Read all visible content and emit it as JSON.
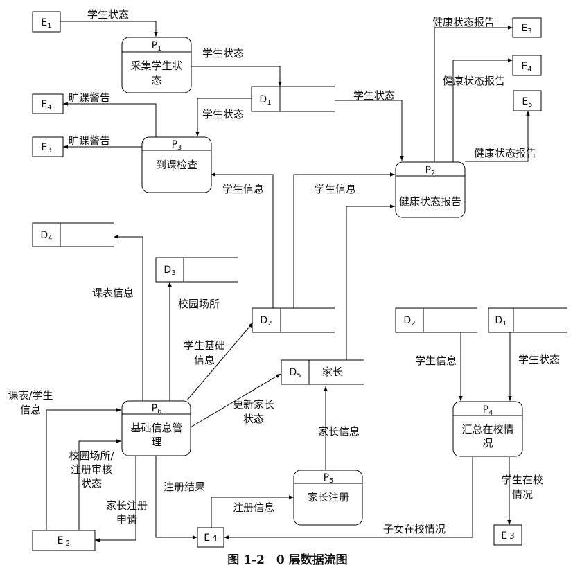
{
  "caption": "图 1-2　0 层数据流图",
  "externals": {
    "e1_top": {
      "letter": "E",
      "sub": "1"
    },
    "e3_top": {
      "letter": "E",
      "sub": "3"
    },
    "e4_top": {
      "letter": "E",
      "sub": "4"
    },
    "e5_top": {
      "letter": "E",
      "sub": "5"
    },
    "e4_left": {
      "letter": "E",
      "sub": "4"
    },
    "e3_left": {
      "letter": "E",
      "sub": "3"
    },
    "e2_bottom": {
      "letter": "E",
      "sub": "2"
    },
    "e4_bottom": {
      "letter": "E",
      "sub": "4"
    },
    "e3_bottom": {
      "letter": "E",
      "sub": "3"
    }
  },
  "processes": {
    "p1": {
      "letter": "P",
      "sub": "1",
      "name_lines": [
        "采集学生状",
        "态"
      ]
    },
    "p2": {
      "letter": "P",
      "sub": "2",
      "name_lines": [
        "健康状态报告"
      ]
    },
    "p3": {
      "letter": "P",
      "sub": "3",
      "name_lines": [
        "到课检查"
      ]
    },
    "p4": {
      "letter": "P",
      "sub": "4",
      "name_lines": [
        "汇总在校情",
        "况"
      ]
    },
    "p5": {
      "letter": "P",
      "sub": "5",
      "name_lines": [
        "家长注册"
      ]
    },
    "p6": {
      "letter": "P",
      "sub": "6",
      "name_lines": [
        "基础信息管",
        "理"
      ]
    }
  },
  "stores": {
    "d1_top": {
      "letter": "D",
      "sub": "1",
      "name": ""
    },
    "d4": {
      "letter": "D",
      "sub": "4",
      "name": ""
    },
    "d3": {
      "letter": "D",
      "sub": "3",
      "name": ""
    },
    "d2_mid": {
      "letter": "D",
      "sub": "2",
      "name": ""
    },
    "d5": {
      "letter": "D",
      "sub": "5",
      "name": "家长"
    },
    "d2_right": {
      "letter": "D",
      "sub": "2",
      "name": ""
    },
    "d1_right": {
      "letter": "D",
      "sub": "1",
      "name": ""
    }
  },
  "flows": {
    "e1_p1": [
      "学生状态"
    ],
    "p1_d1": [
      "学生状态"
    ],
    "d1_p3": [
      "学生状态"
    ],
    "d1_p2": [
      "学生状态"
    ],
    "p2_e3": [
      "健康状态报告"
    ],
    "p2_e4": [
      "健康状态报告"
    ],
    "p2_e5": [
      "健康状态报告"
    ],
    "p3_e4": [
      "旷课警告"
    ],
    "p3_e3": [
      "旷课警告"
    ],
    "d2_p3": [
      "学生信息"
    ],
    "d2_p2": [
      "学生信息"
    ],
    "p6_d4": [
      "课表信息"
    ],
    "p6_d3": [
      "校园场所"
    ],
    "p6_d2": [
      "学生基础",
      "信息"
    ],
    "p6_d5": [
      "更新家长",
      "状态"
    ],
    "e2_p6_a": [
      "课表/学生",
      "信息"
    ],
    "e2_p6_b": [
      "校园场所/",
      "注册审核",
      "状态"
    ],
    "p6_e2": [
      "家长注册",
      "申请"
    ],
    "p6_e4": [
      "注册结果"
    ],
    "e4_p5": [
      "注册信息"
    ],
    "p5_d5": [
      "家长信息"
    ],
    "p4_e4": [
      "子女在校情况"
    ],
    "d2_p4": [
      "学生信息"
    ],
    "d1_p4": [
      "学生状态"
    ],
    "p4_e3": [
      "学生在校",
      "情况"
    ]
  }
}
